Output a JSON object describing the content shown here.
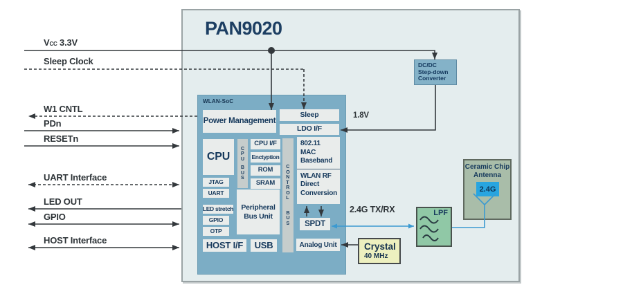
{
  "title": "PAN9020",
  "colors": {
    "module_bg": "#e4edee",
    "module_border": "#9aa3a5",
    "soc_fill": "#7cadc5",
    "block_fill": "#e9eceb",
    "bus_strip": "#c6cdcc",
    "navy_text": "#16395c",
    "dcdc_fill": "#84b2c8",
    "lpf_fill": "#90c8a6",
    "antenna_fill": "#a9bda9",
    "band_badge": "#28a5e0",
    "crystal_fill": "#edf0bf",
    "line_dark": "#33383c",
    "line_blue": "#3b9ad1"
  },
  "signals": {
    "vcc": {
      "prefix": "V",
      "sub": "CC",
      "rest": " 3.3V"
    },
    "sleep_clock": "Sleep Clock",
    "w1_cntl": "W1 CNTL",
    "pdn": "PDn",
    "resetn": "RESETn",
    "uart": "UART Interface",
    "led_out": "LED OUT",
    "gpio": "GPIO",
    "host": "HOST Interface"
  },
  "soc": {
    "label": "WLAN-SoC",
    "power_management": "Power Management",
    "sleep": "Sleep",
    "ldo_if": "LDO I/F",
    "cpu": "CPU",
    "cpu_bus_top": "C\nP\nU",
    "cpu_bus_bottom": "B\nU\nS",
    "cpu_if": "CPU I/F",
    "encryption": "Enctyption",
    "rom": "ROM",
    "sram": "SRAM",
    "jtag": "JTAG",
    "uart": "UART",
    "led_stretch": "LED stretch",
    "gpio": "GPIO",
    "otp": "OTP",
    "peripheral_bus": "Peripheral\nBus Unit",
    "control_bus_top": "C\nO\nN\nT\nR\nO\nL",
    "control_bus_bottom": "B\nU\nS",
    "mac": "802.11\nMAC\nBaseband",
    "rf": "WLAN RF\nDirect\nConversion",
    "spdt": "SPDT",
    "analog": "Analog Unit",
    "host_if": "HOST I/F",
    "usb": "USB"
  },
  "external": {
    "dcdc": "DC/DC\nStep-down\nConverter",
    "v18": "1.8V",
    "txrx": "2.4G TX/RX",
    "lpf": "LPF",
    "antenna": "Ceramic Chip\nAntenna",
    "antenna_band": "2.4G",
    "crystal_name": "Crystal",
    "crystal_freq": "40 MHz"
  }
}
